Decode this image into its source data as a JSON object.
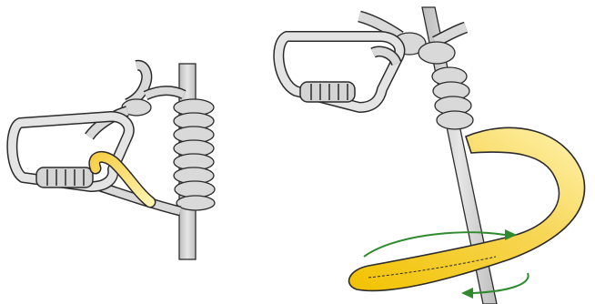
{
  "figure": {
    "panels": [
      {
        "id": "left",
        "items": [
          "rope",
          "carabiner",
          "knot-wraps",
          "highlighted-strand"
        ]
      },
      {
        "id": "right",
        "items": [
          "rope",
          "carabiner",
          "knot",
          "highlighted-loop",
          "direction-arrows"
        ]
      }
    ],
    "colors": {
      "outline": "#2b2b2b",
      "rope_fill": "#d9d9d9",
      "rope_shade": "#b8b8b8",
      "highlight_light": "#fff3b0",
      "highlight_dark": "#f2c200",
      "arrow": "#2f8a2f",
      "background": "#ffffff"
    }
  }
}
